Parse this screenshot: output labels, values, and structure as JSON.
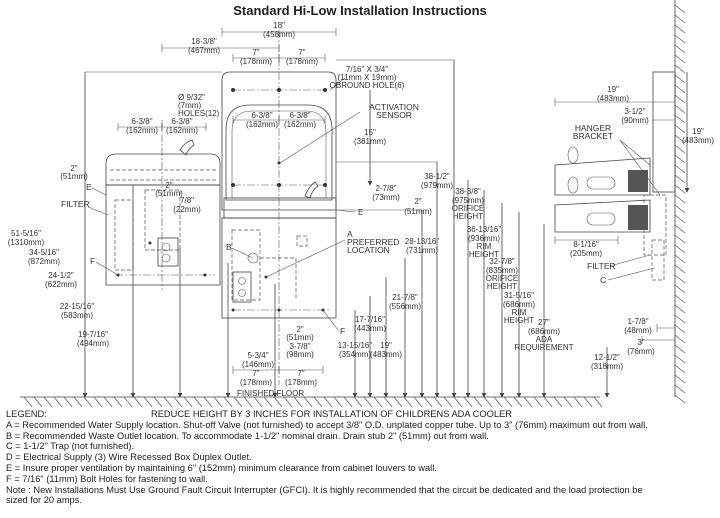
{
  "title": "Standard Hi-Low Installation Instructions",
  "front_view": {
    "overall_width": {
      "in": "18\"",
      "mm": "(458mm)"
    },
    "hole_spacing_left": {
      "in": "7\"",
      "mm": "(178mm)"
    },
    "hole_spacing_right": {
      "in": "7\"",
      "mm": "(178mm)"
    },
    "obround_hole": [
      "7/16\" X 3/4\"",
      "(11mm X 19mm)",
      "OBROUND HOLE(6)"
    ],
    "holes": [
      "Ø 9/32\"",
      "(7mm)",
      "HOLES(12)"
    ],
    "inner_left": {
      "in": "6-3/8\"",
      "mm": "(162mm)"
    },
    "inner_right": {
      "in": "6-3/8\"",
      "mm": "(162mm)"
    },
    "activation_sensor": [
      "ACTIVATION",
      "SENSOR"
    ],
    "sensor_height": {
      "in": "15\"",
      "mm": "(381mm)"
    },
    "dim_2_7_8": {
      "in": "2-7/8\"",
      "mm": "(73mm)"
    },
    "dim_2_right": {
      "in": "2\"",
      "mm": "(51mm)"
    },
    "label_e": "E",
    "label_a": [
      "A",
      "PREFERRED",
      "LOCATION"
    ],
    "label_b": "B",
    "label_f": "F",
    "dim_28_13_16": {
      "in": "28-13/16\"",
      "mm": "(731mm)"
    },
    "dim_21_7_8": {
      "in": "21-7/8\"",
      "mm": "(556mm)"
    },
    "dim_19": {
      "in": "19\"",
      "mm": "(483mm)"
    },
    "dim_17_7_16": {
      "in": "17-7/16\"",
      "mm": "(443mm)"
    },
    "dim_13_15_16": {
      "in": "13-15/16\"",
      "mm": "(354mm)"
    },
    "dim_2_bottom": {
      "in": "2\"",
      "mm": "(51mm)"
    },
    "dim_3_7_8": {
      "in": "3-7/8\"",
      "mm": "(98mm)"
    },
    "dim_5_3_4": {
      "in": "5-3/4\"",
      "mm": "(146mm)"
    },
    "bottom_left": {
      "in": "7\"",
      "mm": "(178mm)"
    },
    "bottom_right": {
      "in": "7\"",
      "mm": "(178mm)"
    },
    "finished_floor": "FINISHED FLOOR",
    "dim_38_1_2": {
      "in": "38-1/2\"",
      "mm": "(979mm)"
    }
  },
  "left_view": {
    "offset": {
      "in": "18-3/8\"",
      "mm": "(467mm)"
    },
    "inner_left": {
      "in": "6-3/8\"",
      "mm": "(162mm)"
    },
    "inner_right": {
      "in": "6-3/8\"",
      "mm": "(162mm)"
    },
    "dim_2_top": {
      "in": "2\"",
      "mm": "(51mm)"
    },
    "dim_2_mid": {
      "in": "2\"",
      "mm": "(51mm)"
    },
    "dim_7_8": {
      "in": "7/8\"",
      "mm": "(22mm)"
    },
    "label_e": "E",
    "label_filter": "FILTER",
    "label_f": "F",
    "dim_51_5_16": {
      "in": "51-5/16\"",
      "mm": "(1310mm)"
    },
    "dim_34_5_16": {
      "in": "34-5/16\"",
      "mm": "(872mm)"
    },
    "dim_24_1_2": {
      "in": "24-1/2\"",
      "mm": "(622mm)"
    },
    "dim_22_15_16": {
      "in": "22-15/16\"",
      "mm": "(583mm)"
    },
    "dim_19_7_16": {
      "in": "19-7/16\"",
      "mm": "(494mm)"
    }
  },
  "side_view": {
    "depth": {
      "in": "19\"",
      "mm": "(483mm)"
    },
    "dim_3_1_2": {
      "in": "3-1/2\"",
      "mm": "(90mm)"
    },
    "bracket_height": {
      "in": "19\"",
      "mm": "(483mm)"
    },
    "hanger_bracket": [
      "HANGER",
      "BRACKET"
    ],
    "dim_38_3_8": [
      "38-3/8\"",
      "(975mm)",
      "ORIFICE",
      "HEIGHT"
    ],
    "dim_36_13_16": [
      "36-13/16\"",
      "(936mm)",
      "RIM",
      "HEIGHT"
    ],
    "dim_32_7_8": [
      "32-7/8\"",
      "(835mm)",
      "ORIFICE",
      "HEIGHT"
    ],
    "dim_31_5_16": [
      "31-5/16\"",
      "(686mm)",
      "RIM",
      "HEIGHT"
    ],
    "dim_27": [
      "27\"",
      "(686mm)",
      "ADA",
      "REQUIREMENT"
    ],
    "dim_8_1_16": {
      "in": "8-1/16\"",
      "mm": "(205mm)"
    },
    "label_filter": "FILTER",
    "label_c": "C",
    "dim_1_7_8": {
      "in": "1-7/8\"",
      "mm": "(48mm)"
    },
    "dim_3": {
      "in": "3\"",
      "mm": "(76mm)"
    },
    "dim_12_1_2": {
      "in": "12-1/2\"",
      "mm": "(318mm)"
    }
  },
  "legend": {
    "heading": "LEGEND:",
    "note_top": "REDUCE HEIGHT BY 3 INCHES FOR INSTALLATION OF CHILDRENS ADA COOLER",
    "items": [
      "A = Recommended Water Supply location. Shut-off Valve (not furnished) to accept 3/8\" O.D. unplated copper tube. Up to 3\" (76mm) maximum out from wall.",
      "B = Recommended Waste Outlet location. To accommodate 1-1/2\" nominal drain. Drain stub 2\" (51mm) out from wall.",
      "C = 1-1/2\" Trap (not furnished).",
      "D = Electrical Supply (3) Wire Recessed Box Duplex Outlet.",
      "E = Insure proper ventilation by maintaining 6\" (152mm) minimum clearance from cabinet louvers to wall.",
      "F = 7/16\" (11mm) Bolt Holes for fastening to wall.",
      "Note : New Installations Must Use Ground Fault Circuit Interrupter (GFCI). It is highly recommended that the circuit be dedicated and the load protection be",
      "sized for 20 amps."
    ]
  }
}
